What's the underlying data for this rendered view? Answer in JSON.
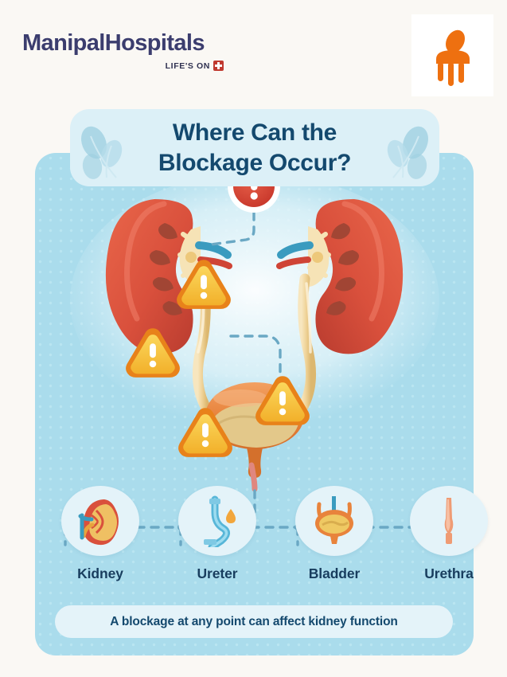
{
  "brand": {
    "name": "ManipalHospitals",
    "tagline": "LIFE'S ON",
    "cross_icon": "red-cross-icon",
    "logo_mark_icon": "manipal-m-logo-icon",
    "name_color": "#3b3d6e",
    "cross_color": "#c0392f",
    "logo_color": "#ee7010"
  },
  "title": {
    "line1": "Where Can the",
    "line2": "Blockage Occur?",
    "color": "#14496e",
    "banner_color": "#dcf0f7",
    "leaf_icon": "leaf-decoration-icon"
  },
  "panel": {
    "background": "#aadcec",
    "dot_color": "#bde6f2"
  },
  "illustration": {
    "name": "urinary-system-diagram",
    "alert_badge": {
      "icon": "exclamation-circle-icon",
      "symbol": "!",
      "color": "#d8402f",
      "ring_color": "#ffffff"
    },
    "warning_markers": [
      {
        "id": "warning-kidney",
        "icon": "warning-triangle-icon",
        "symbol": "!",
        "label": "Kidney blockage point"
      },
      {
        "id": "warning-ureter-left",
        "icon": "warning-triangle-icon",
        "symbol": "!",
        "label": "Ureter blockage point"
      },
      {
        "id": "warning-ureter-right",
        "icon": "warning-triangle-icon",
        "symbol": "!",
        "label": "Ureter blockage point"
      },
      {
        "id": "warning-bladder",
        "icon": "warning-triangle-icon",
        "symbol": "!",
        "label": "Bladder blockage point"
      }
    ],
    "warning_fill": "#f9c942",
    "warning_stroke": "#e8821a",
    "kidney_color": "#d9503c",
    "ureter_color": "#f3dba6",
    "bladder_color": "#e8833c",
    "connector_color": "#6aa8c4"
  },
  "organs": [
    {
      "label": "Kidney",
      "icon": "kidney-icon"
    },
    {
      "label": "Ureter",
      "icon": "ureter-icon"
    },
    {
      "label": "Bladder",
      "icon": "bladder-icon"
    },
    {
      "label": "Urethra",
      "icon": "urethra-icon"
    }
  ],
  "footer": {
    "message": "A blockage at any point can affect kidney function",
    "background": "#e4f3f9",
    "color": "#14496e"
  }
}
